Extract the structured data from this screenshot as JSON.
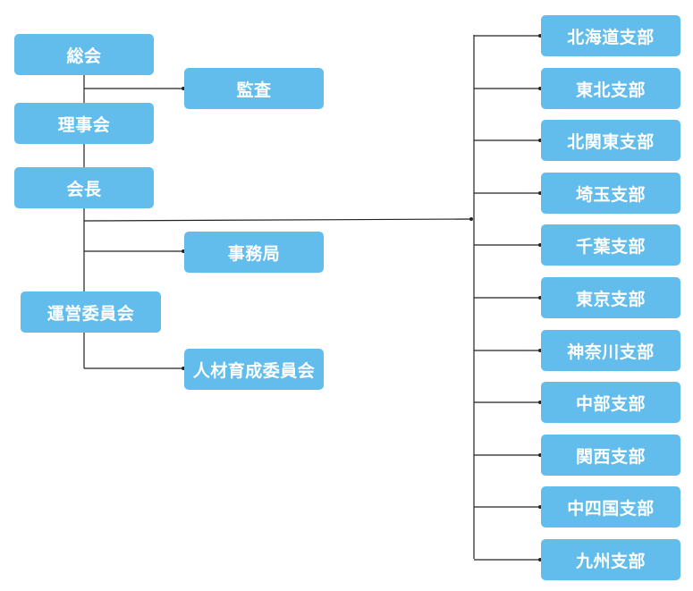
{
  "colors": {
    "box": "#62bdec",
    "text": "#ffffff",
    "line": "#222222"
  },
  "org": {
    "soukai": "総会",
    "kansa": "監査",
    "rijikai": "理事会",
    "kaichou": "会長",
    "jimukyoku": "事務局",
    "unei": "運営委員会",
    "jinzai": "人材育成委員会"
  },
  "branches": [
    "北海道支部",
    "東北支部",
    "北関東支部",
    "埼玉支部",
    "千葉支部",
    "東京支部",
    "神奈川支部",
    "中部支部",
    "関西支部",
    "中四国支部",
    "九州支部"
  ]
}
